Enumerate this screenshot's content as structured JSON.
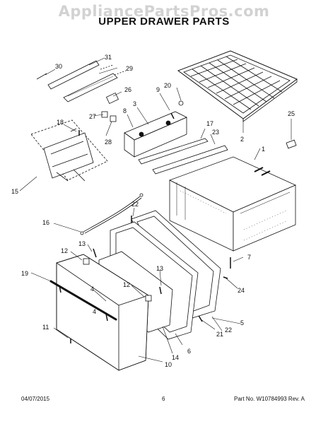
{
  "watermark": "AppliancePartsPros.com",
  "title": "UPPER DRAWER PARTS",
  "footer": {
    "date": "04/07/2015",
    "page": "6",
    "part": "Part No. W10784993  Rev. A"
  },
  "callouts": {
    "c1": "1",
    "c2": "2",
    "c3": "3",
    "c4a": "4",
    "c4b": "4",
    "c5": "5",
    "c6": "6",
    "c7": "7",
    "c8": "8",
    "c9": "9",
    "c10": "10",
    "c11": "11",
    "c12a": "12",
    "c12b": "12",
    "c13a": "13",
    "c13b": "13",
    "c14": "14",
    "c15": "15",
    "c16": "16",
    "c17": "17",
    "c18": "18",
    "c19": "19",
    "c20": "20",
    "c21": "21",
    "c22a": "22",
    "c22b": "22",
    "c23": "23",
    "c24": "24",
    "c25": "25",
    "c26": "26",
    "c27": "27",
    "c28": "28",
    "c29": "29",
    "c30": "30",
    "c31": "31"
  }
}
